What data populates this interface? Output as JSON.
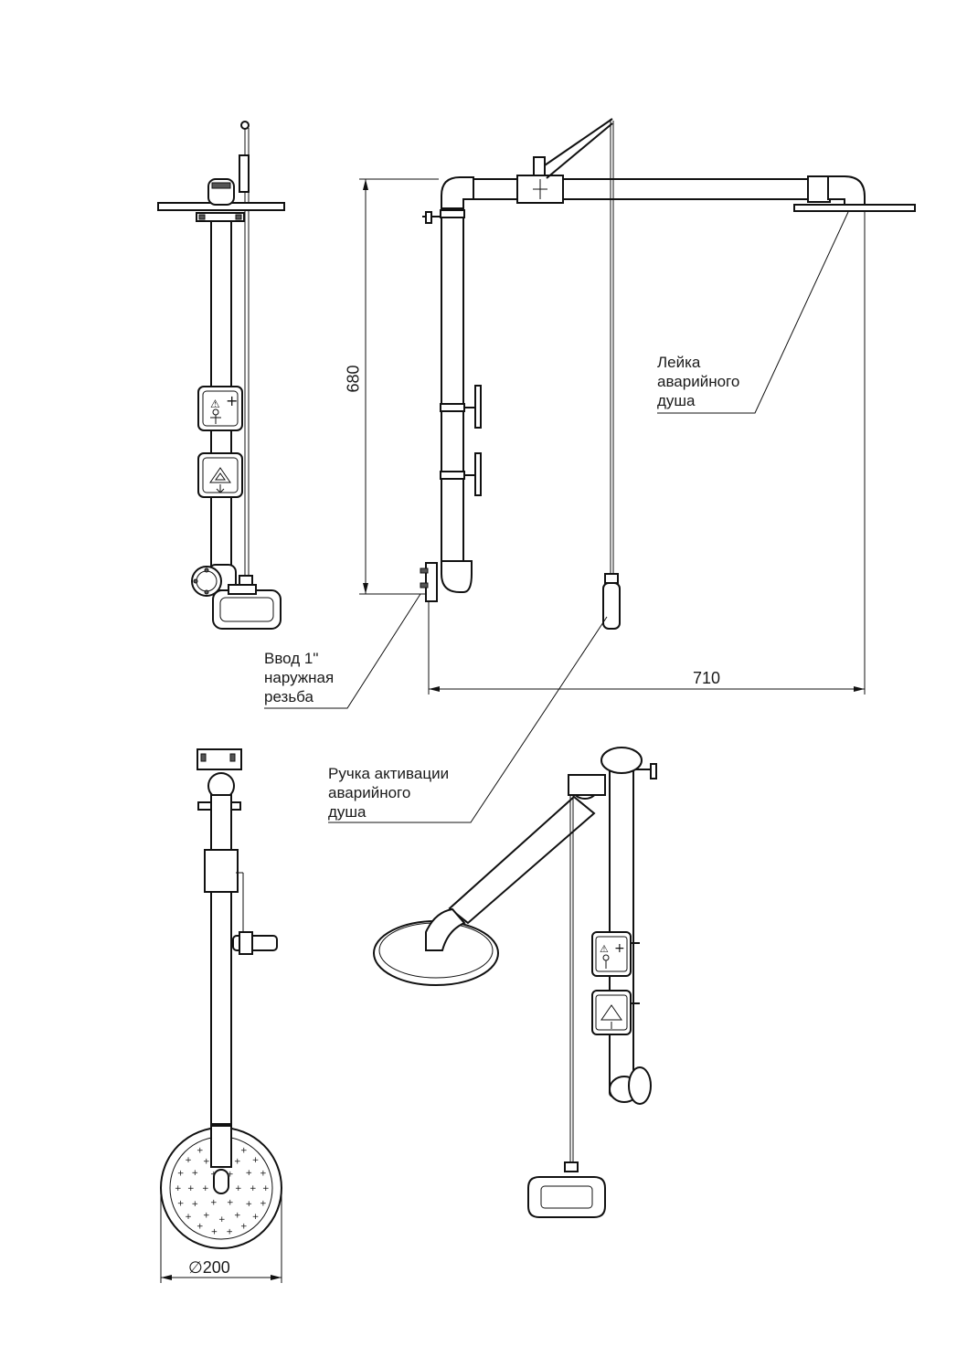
{
  "labels": {
    "shower_head": [
      "Лейка",
      "аварийного",
      "душа"
    ],
    "inlet": [
      "Ввод 1\"",
      "наружная",
      "резьба"
    ],
    "handle": [
      "Ручка активации",
      "аварийного",
      "душа"
    ]
  },
  "dimensions": {
    "height": "680",
    "reach": "710",
    "head_diameter": "200",
    "diameter_symbol": "∅"
  },
  "signs": {
    "safety_shower_icon": "safety-shower-sign-icon",
    "shower_arrow_icon": "shower-arrow-sign-icon"
  }
}
